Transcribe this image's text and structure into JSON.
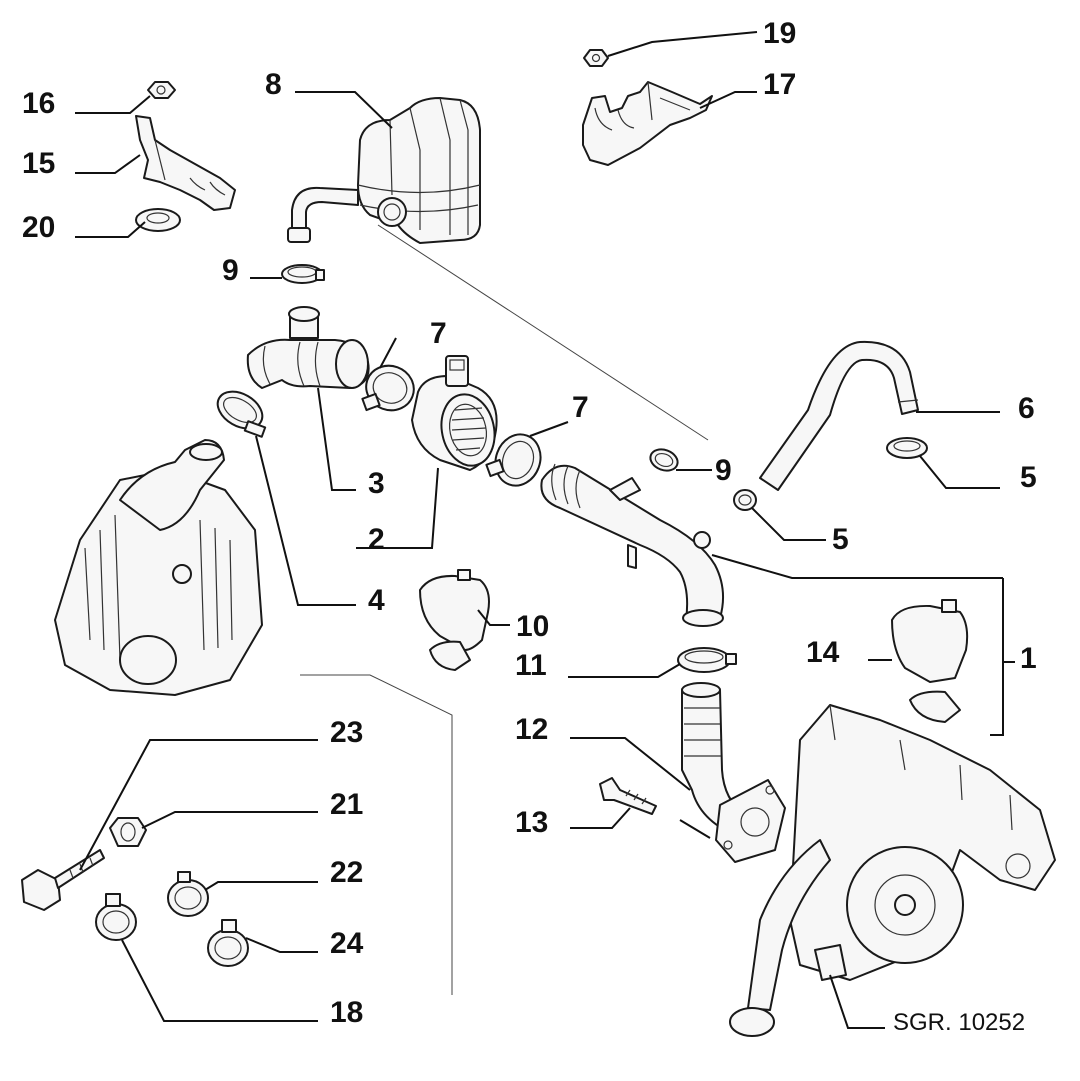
{
  "reference_code": "SGR. 10252",
  "callouts": [
    {
      "id": "1",
      "label": "1"
    },
    {
      "id": "2",
      "label": "2"
    },
    {
      "id": "3",
      "label": "3"
    },
    {
      "id": "4",
      "label": "4"
    },
    {
      "id": "5a",
      "label": "5"
    },
    {
      "id": "5b",
      "label": "5"
    },
    {
      "id": "6",
      "label": "6"
    },
    {
      "id": "7a",
      "label": "7"
    },
    {
      "id": "7b",
      "label": "7"
    },
    {
      "id": "8",
      "label": "8"
    },
    {
      "id": "9a",
      "label": "9"
    },
    {
      "id": "9b",
      "label": "9"
    },
    {
      "id": "10",
      "label": "10"
    },
    {
      "id": "11",
      "label": "11"
    },
    {
      "id": "12",
      "label": "12"
    },
    {
      "id": "13",
      "label": "13"
    },
    {
      "id": "14",
      "label": "14"
    },
    {
      "id": "15",
      "label": "15"
    },
    {
      "id": "16",
      "label": "16"
    },
    {
      "id": "17",
      "label": "17"
    },
    {
      "id": "18",
      "label": "18"
    },
    {
      "id": "19",
      "label": "19"
    },
    {
      "id": "20",
      "label": "20"
    },
    {
      "id": "21",
      "label": "21"
    },
    {
      "id": "22",
      "label": "22"
    },
    {
      "id": "23",
      "label": "23"
    },
    {
      "id": "24",
      "label": "24"
    }
  ]
}
